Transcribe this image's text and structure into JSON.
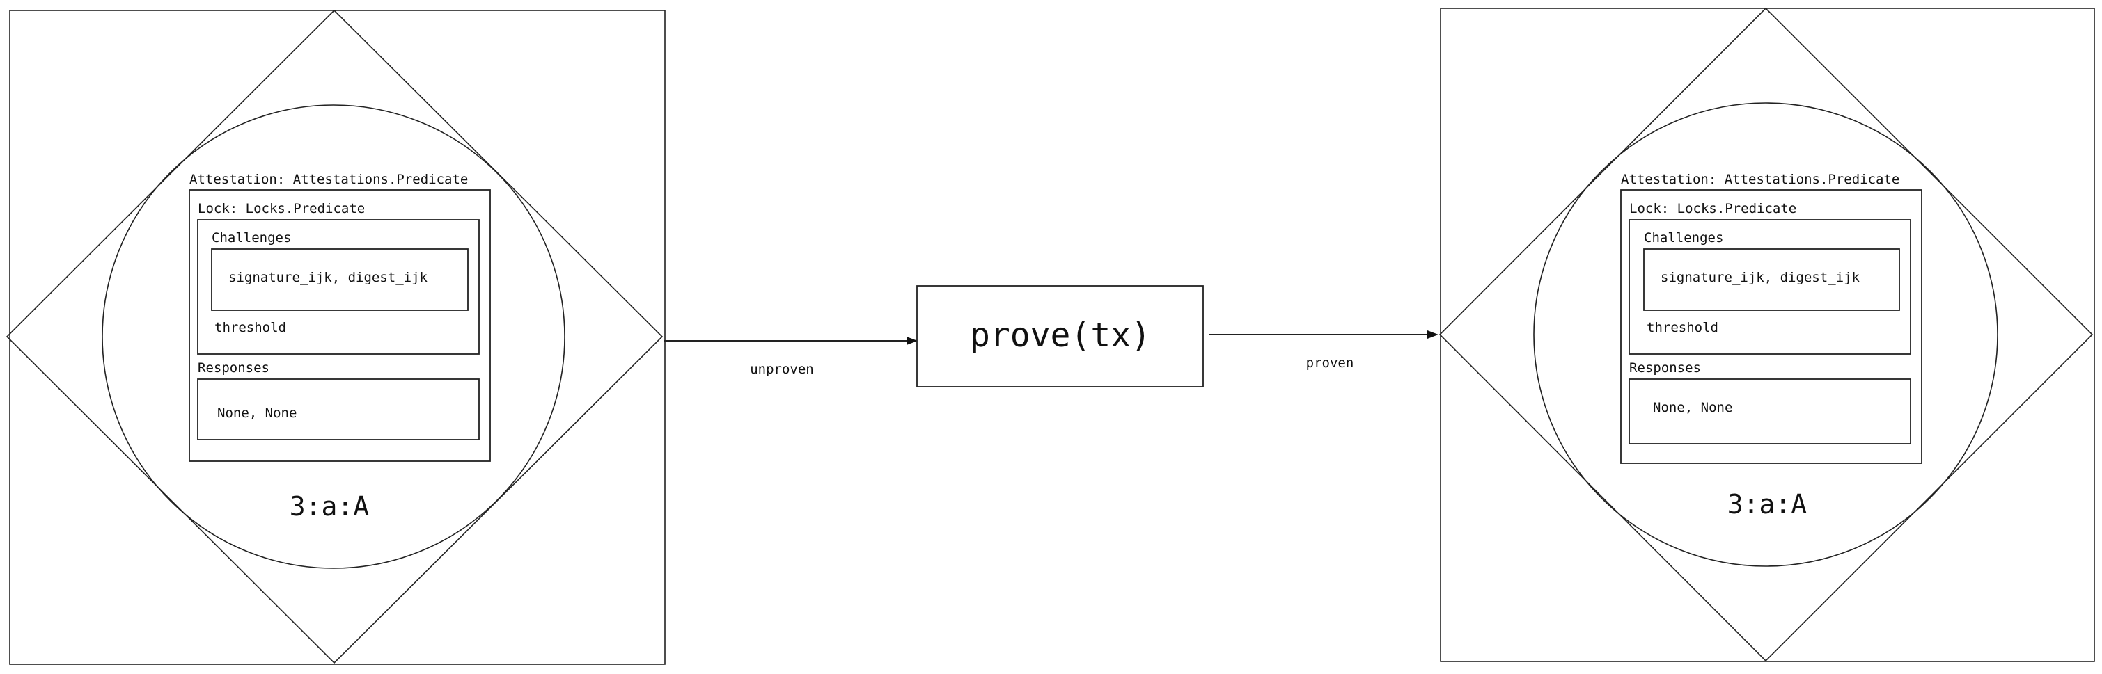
{
  "diagram": {
    "source_node": {
      "attestation_label": "Attestation: Attestations.Predicate",
      "lock_label": "Lock: Locks.Predicate",
      "challenges_label": "Challenges",
      "challenges_value": "signature_ijk, digest_ijk",
      "threshold_label": "threshold",
      "responses_label": "Responses",
      "responses_value": "None, None",
      "node_id": "3:a:A"
    },
    "process_node": {
      "label": "prove(tx)"
    },
    "target_node": {
      "attestation_label": "Attestation: Attestations.Predicate",
      "lock_label": "Lock: Locks.Predicate",
      "challenges_label": "Challenges",
      "challenges_value": "signature_ijk, digest_ijk",
      "threshold_label": "threshold",
      "responses_label": "Responses",
      "responses_value": "None, None",
      "node_id": "3:a:A"
    },
    "edges": {
      "in_label": "unproven",
      "out_label": "proven"
    }
  }
}
